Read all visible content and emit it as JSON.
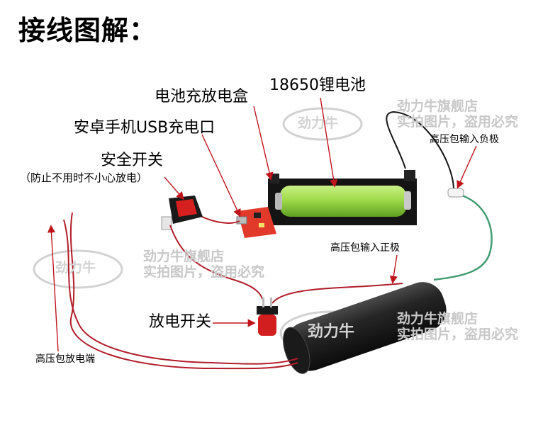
{
  "title": "接线图解：",
  "labels": {
    "battery_18650": "18650锂电池",
    "battery_box": "电池充放电盒",
    "usb_port": "安卓手机USB充电口",
    "safety_switch": "安全开关",
    "safety_switch_note": "（防止不用时不小心放电）",
    "hv_negative": "高压包输入负极",
    "hv_positive": "高压包输入正极",
    "discharge_switch": "放电开关",
    "discharge_terminal": "高压包放电端"
  },
  "watermark": {
    "line1": "劲力牛旗舰店",
    "line2": "实拍图片，盗用必究",
    "logo": "劲力牛"
  },
  "colors": {
    "wire_red": "#b21e2a",
    "wire_green": "#3e9a6e",
    "wire_black": "#161616",
    "battery_green": "#9fdc4a",
    "pcb_red": "#e23a2a",
    "coil_black": "#262626",
    "pointer": "#c0141c",
    "watermark": "#c8c8c8"
  },
  "icons": [
    "battery-icon",
    "toggle-switch-icon",
    "push-button-icon",
    "coil-icon",
    "usb-port-icon"
  ]
}
